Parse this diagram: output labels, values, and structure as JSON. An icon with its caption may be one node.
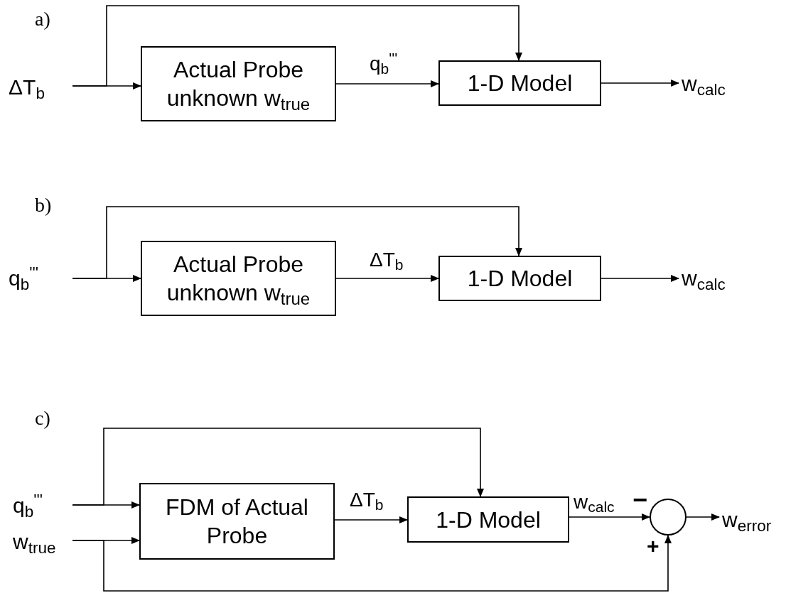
{
  "diagram": {
    "nodes": [
      {
        "text": [
          "ΔT$_{b}$"
        ]
      },
      {
        "text": [
          "Actual Probe unknown w$_{true}$"
        ]
      },
      {
        "text": [
          "1-D Model"
        ]
      },
      {
        "text": [
          "w$_{calc}$"
        ]
      },
      {
        "text": [
          "q$_{b}$$^{'''}$"
        ]
      },
      {
        "text": [
          "Actual Probe unknown w$_{true}$"
        ]
      },
      {
        "text": [
          "1-D Model"
        ]
      },
      {
        "text": [
          "w$_{calc}$"
        ]
      },
      {
        "text": [
          "q$_{b}$$^{'''}$"
        ]
      },
      {
        "text": [
          "w$_{true}$"
        ]
      },
      {
        "text": [
          "FDM of Actual Probe"
        ]
      },
      {
        "text": [
          "1-D Model"
        ]
      },
      {
        "text": [],
        "shape": "circle"
      },
      {
        "text": [
          "w$_{error}$"
        ]
      }
    ],
    "edges": [
      {
        "from": 0,
        "to": 1,
        "arrow": "to"
      },
      {
        "from": 0,
        "to": 2,
        "arrow": "to"
      },
      {
        "from": 1,
        "to": 2,
        "arrow": "to",
        "label": "q$_{b}$$^{'''}$"
      },
      {
        "from": 2,
        "to": 3,
        "arrow": "to"
      },
      {
        "from": 4,
        "to": 5,
        "arrow": "to"
      },
      {
        "from": 4,
        "to": 6,
        "arrow": "to"
      },
      {
        "from": 5,
        "to": 6,
        "arrow": "to",
        "label": "ΔT$_{b}$"
      },
      {
        "from": 6,
        "to": 7,
        "arrow": "to"
      },
      {
        "from": 8,
        "to": 10,
        "arrow": "to"
      },
      {
        "from": 8,
        "to": 11,
        "arrow": "to"
      },
      {
        "from": 9,
        "to": 10,
        "arrow": "to"
      },
      {
        "from": 10,
        "to": 11,
        "arrow": "to",
        "label": "ΔT$_{b}$"
      },
      {
        "from": 11,
        "to": 12,
        "arrow": "to",
        "label": "w$_{calc}$"
      },
      {
        "from": 12,
        "to": 13,
        "arrow": "to"
      },
      {
        "from": 9,
        "to": 12,
        "arrow": "to"
      }
    ],
    "labels": [
      "a)",
      "b)",
      "c)",
      "−",
      "+"
    ]
  }
}
